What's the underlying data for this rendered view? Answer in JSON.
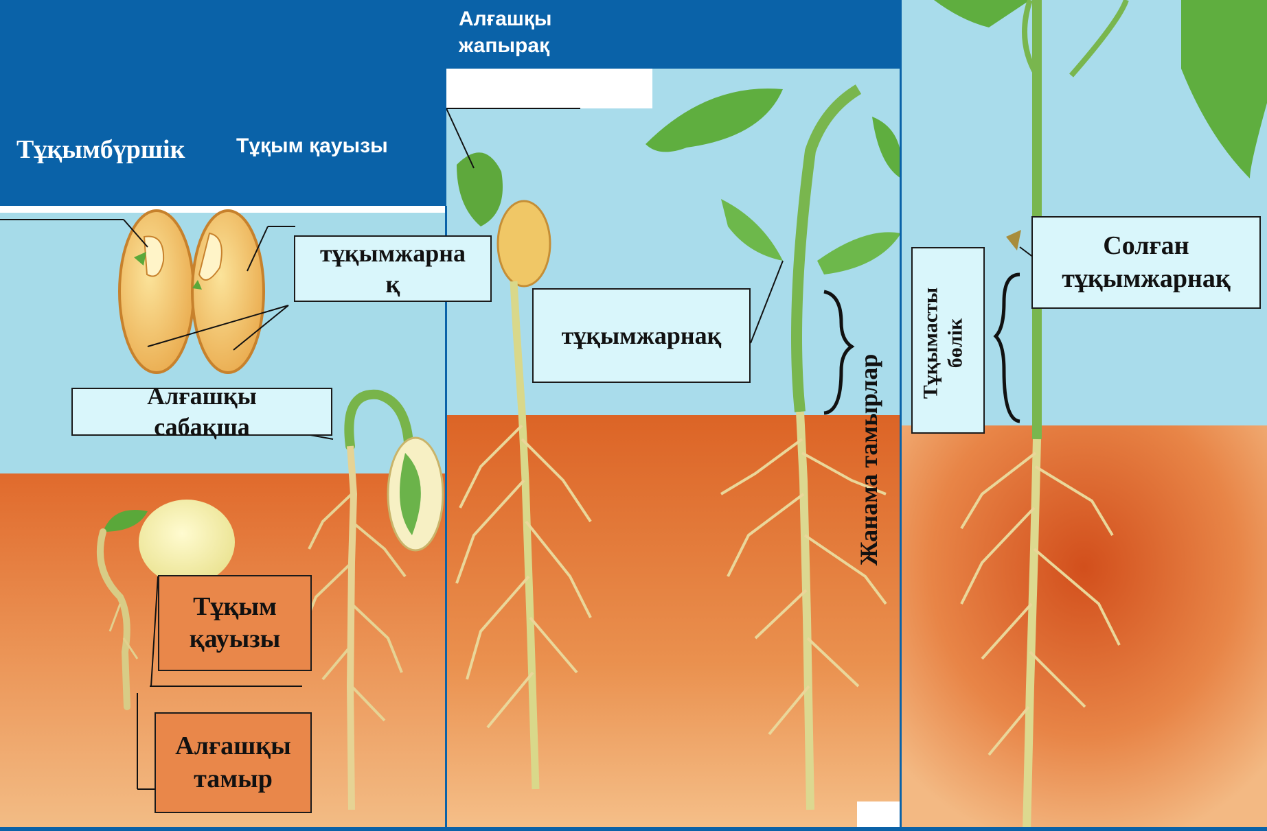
{
  "header": {
    "top_label": "Алғашқы\nжапырақ",
    "left_title": "Тұқымбүршік",
    "seed_coat_top": "Тұқым қауызы"
  },
  "labels": {
    "cotyledon_left": "тұқымжарна\nқ",
    "hypocotyl": "Алғашқы\nсабақша",
    "seed_coat": "Тұқым\nқауызы",
    "primary_root": "Алғашқы\nтамыр",
    "cotyledon_middle": "тұқымжарнақ",
    "lateral_roots": "Жанама тамырлар",
    "withered_cotyledon": "Солған\nтұқымжарнақ",
    "seed_part": "Тұқымасты\nбөлік"
  },
  "colors": {
    "header_blue": "#0a62a8",
    "sky": "#a9dcea",
    "soil_top": "#e2773a",
    "soil_bottom": "#f1b27c",
    "leaf": "#5aa83a",
    "stem": "#b8d27a",
    "root": "#e9d79a",
    "seed": "#f3c76a",
    "label_cyan": "#d9f6fb",
    "label_orange": "#e9874a"
  }
}
